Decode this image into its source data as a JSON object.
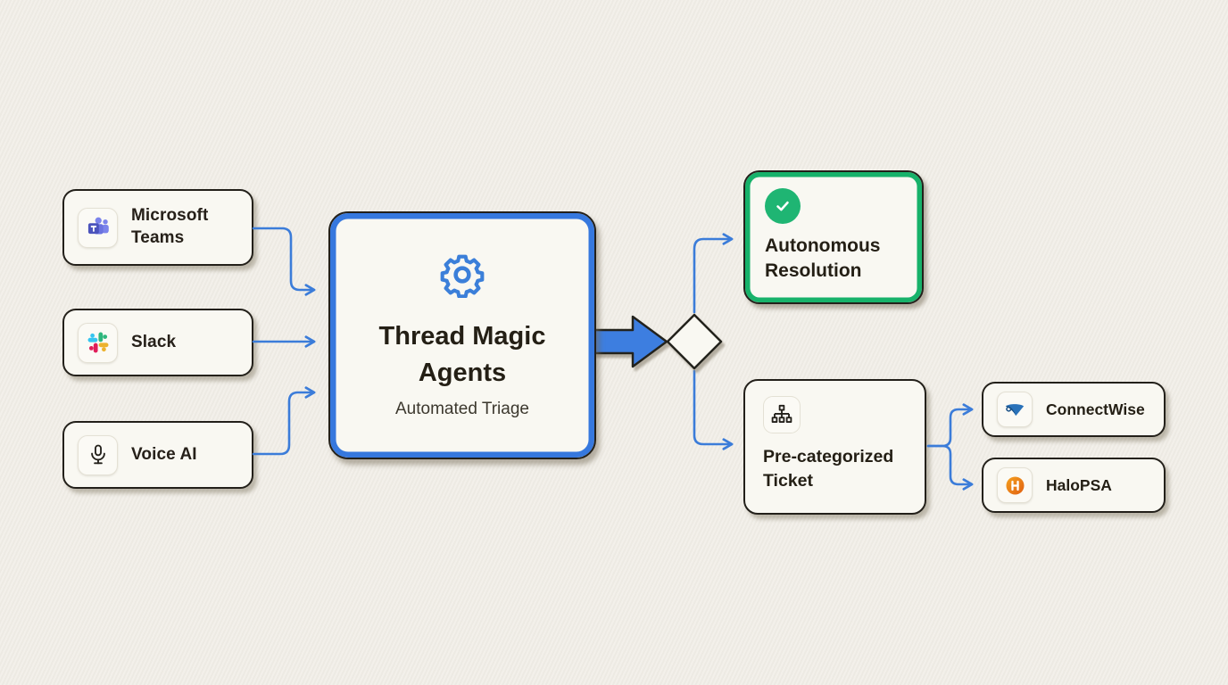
{
  "diagram": {
    "sources": [
      {
        "label": "Microsoft Teams",
        "icon": "microsoft-teams-icon"
      },
      {
        "label": "Slack",
        "icon": "slack-icon"
      },
      {
        "label": "Voice AI",
        "icon": "microphone-icon"
      }
    ],
    "agent": {
      "title": "Thread Magic Agents",
      "subtitle": "Automated Triage",
      "icon": "gear-icon"
    },
    "decision": {
      "shape": "diamond"
    },
    "outcomes": {
      "resolution": {
        "label": "Autonomous Resolution",
        "icon": "check-icon"
      },
      "ticket": {
        "label": "Pre-categorized Ticket",
        "icon": "sitemap-icon"
      }
    },
    "integrations": [
      {
        "label": "ConnectWise",
        "icon": "connectwise-icon"
      },
      {
        "label": "HaloPSA",
        "icon": "halopsa-icon"
      }
    ]
  },
  "colors": {
    "background": "#f0ede6",
    "node_fill": "#f9f8f2",
    "node_border": "#23201a",
    "connector_blue": "#3b7cd9",
    "agent_border_blue": "#3678de",
    "block_arrow_blue": "#3e7ee0",
    "success_green": "#17b26a",
    "check_circle_green": "#1fb573",
    "text_dark": "#241f15"
  }
}
